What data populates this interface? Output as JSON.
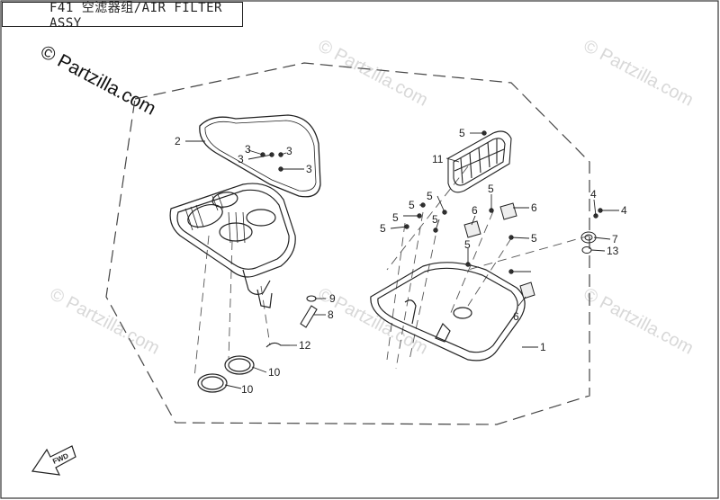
{
  "title": "F41 空滤器组/AIR FILTER ASSY",
  "watermark_main": "© Partzilla.com",
  "watermark": "© Partzilla.com",
  "fwd_label": "FWD",
  "callouts": [
    {
      "id": "c2",
      "text": "2"
    },
    {
      "id": "c3a",
      "text": "3"
    },
    {
      "id": "c3b",
      "text": "3"
    },
    {
      "id": "c3c",
      "text": "3"
    },
    {
      "id": "c3d",
      "text": "3"
    },
    {
      "id": "c11",
      "text": "11"
    },
    {
      "id": "c5a",
      "text": "5"
    },
    {
      "id": "c5b",
      "text": "5"
    },
    {
      "id": "c5c",
      "text": "5"
    },
    {
      "id": "c5d",
      "text": "5"
    },
    {
      "id": "c5e",
      "text": "5"
    },
    {
      "id": "c5f",
      "text": "5"
    },
    {
      "id": "c5g",
      "text": "5"
    },
    {
      "id": "c5h",
      "text": "5"
    },
    {
      "id": "c5i",
      "text": "5"
    },
    {
      "id": "c6a",
      "text": "6"
    },
    {
      "id": "c6b",
      "text": "6"
    },
    {
      "id": "c6c",
      "text": "6"
    },
    {
      "id": "c4a",
      "text": "4"
    },
    {
      "id": "c4b",
      "text": "4"
    },
    {
      "id": "c7",
      "text": "7"
    },
    {
      "id": "c13",
      "text": "13"
    },
    {
      "id": "c1",
      "text": "1"
    },
    {
      "id": "c9",
      "text": "9"
    },
    {
      "id": "c8",
      "text": "8"
    },
    {
      "id": "c12",
      "text": "12"
    },
    {
      "id": "c10a",
      "text": "10"
    },
    {
      "id": "c10b",
      "text": "10"
    }
  ]
}
